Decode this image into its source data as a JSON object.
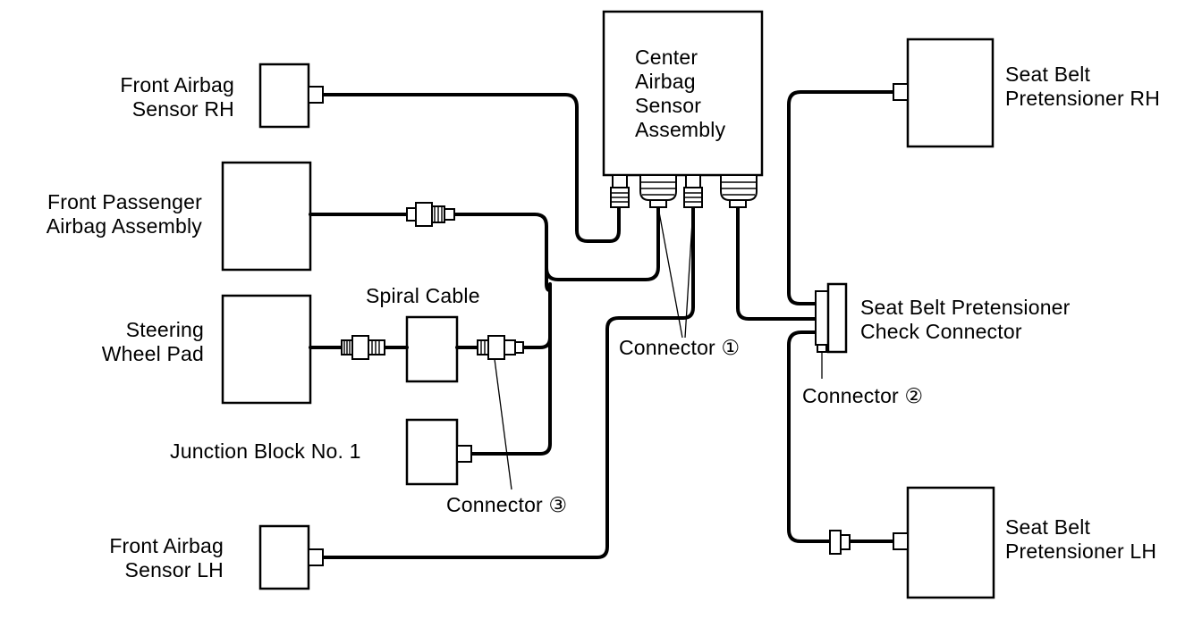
{
  "labels": {
    "center_sensor": [
      "Center",
      "Airbag",
      "Sensor",
      "Assembly"
    ],
    "front_sensor_rh": [
      "Front Airbag",
      "Sensor RH"
    ],
    "front_passenger": [
      "Front Passenger",
      "Airbag Assembly"
    ],
    "steering_pad": [
      "Steering",
      "Wheel Pad"
    ],
    "spiral_cable": "Spiral Cable",
    "junction_block": "Junction Block No. 1",
    "front_sensor_lh": [
      "Front Airbag",
      "Sensor LH"
    ],
    "connector_1": "Connector ①",
    "connector_2": "Connector ②",
    "connector_3": "Connector ③",
    "pretensioner_rh": [
      "Seat Belt",
      "Pretensioner RH"
    ],
    "pretensioner_lh": [
      "Seat Belt",
      "Pretensioner LH"
    ],
    "check_connector": [
      "Seat Belt Pretensioner",
      "Check Connector"
    ]
  }
}
